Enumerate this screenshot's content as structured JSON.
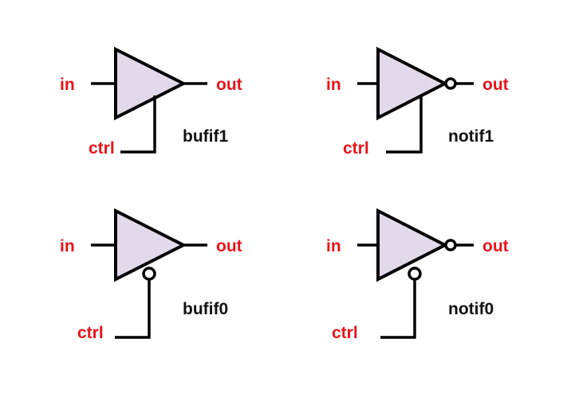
{
  "colors": {
    "pin_label": "#e8141a",
    "gate_fill": "#e2d9ea",
    "gate_name": "#111111"
  },
  "gates": [
    {
      "name": "bufif1",
      "in": "in",
      "out": "out",
      "ctrl": "ctrl"
    },
    {
      "name": "notif1",
      "in": "in",
      "out": "out",
      "ctrl": "ctrl"
    },
    {
      "name": "bufif0",
      "in": "in",
      "out": "out",
      "ctrl": "ctrl"
    },
    {
      "name": "notif0",
      "in": "in",
      "out": "out",
      "ctrl": "ctrl"
    }
  ]
}
